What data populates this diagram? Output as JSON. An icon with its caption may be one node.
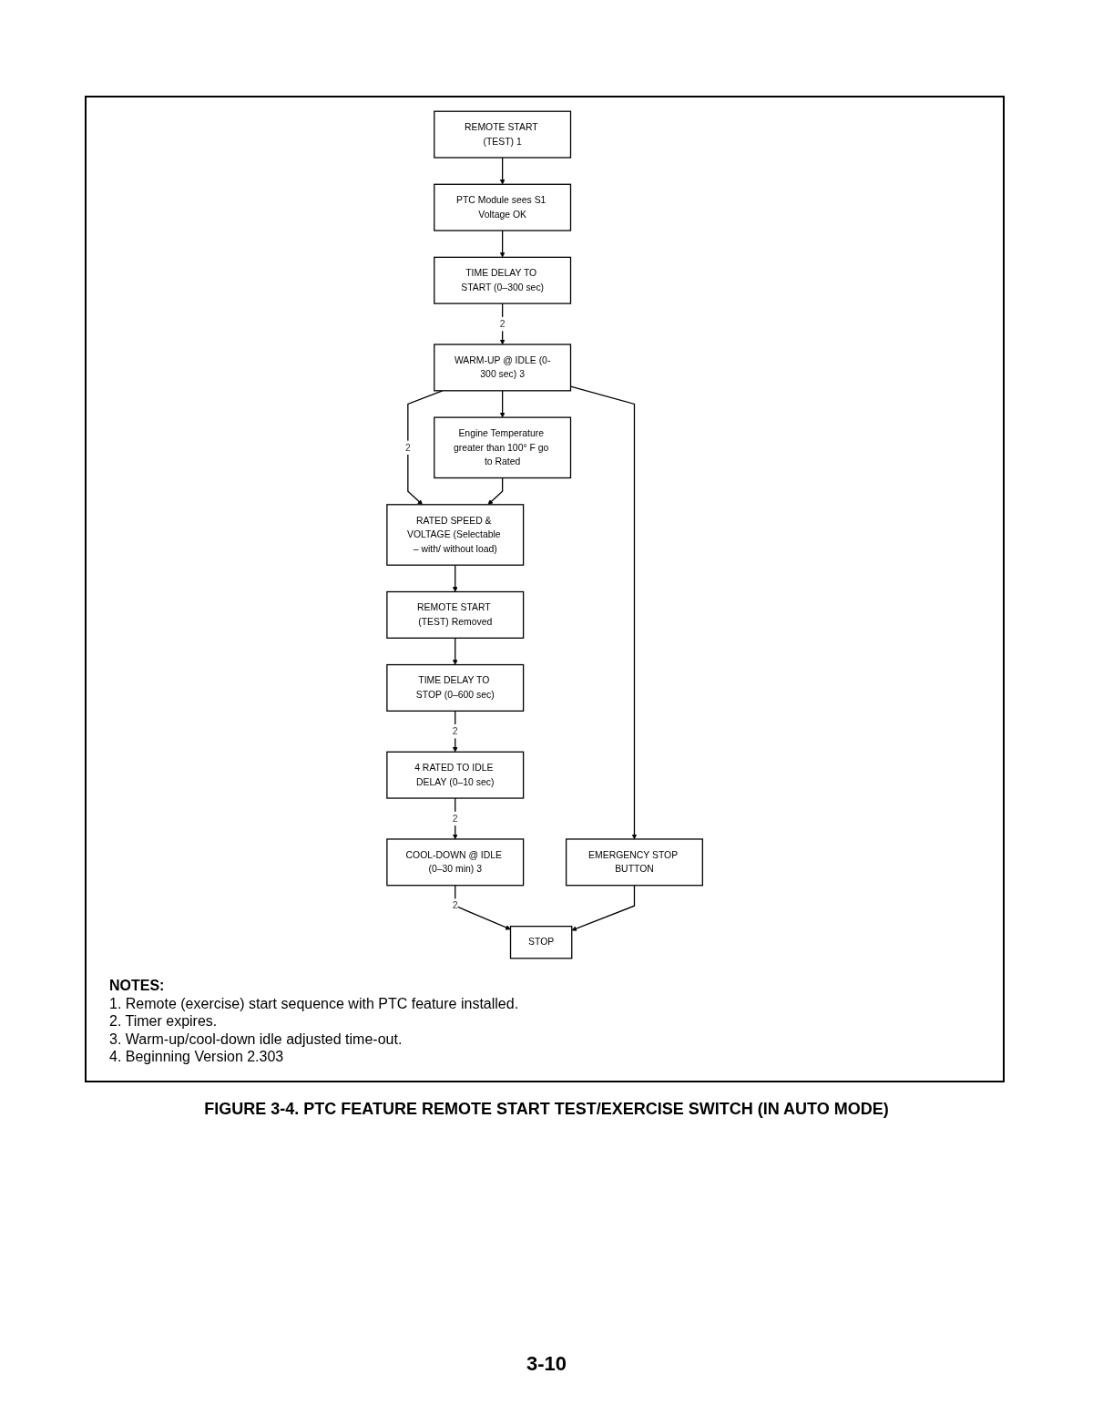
{
  "diagram": {
    "caption": "FIGURE 3-4. PTC FEATURE REMOTE START TEST/EXERCISE SWITCH (IN AUTO MODE)",
    "nodes": [
      {
        "text": [
          "REMOTE START (TEST) 1"
        ]
      },
      {
        "text": [
          "PTC Module sees S1 Voltage OK"
        ]
      },
      {
        "text": [
          "TIME DELAY TO START (0–300 sec)"
        ]
      },
      {
        "text": [
          "WARM-UP @ IDLE (0-300 sec) 3"
        ]
      },
      {
        "text": [
          "EMERGENCY STOP BUTTON"
        ]
      },
      {
        "text": [
          "Engine Temperature greater than 100° F go to Rated"
        ]
      },
      {
        "text": [
          "RATED SPEED & VOLTAGE (Selectable – with/ without load)"
        ]
      },
      {
        "text": [
          "REMOTE START (TEST) Removed"
        ]
      },
      {
        "text": [
          "TIME DELAY TO STOP (0–600 sec)"
        ]
      },
      {
        "text": [
          "4 RATED TO IDLE DELAY (0–10 sec)"
        ]
      },
      {
        "text": [
          "COOL-DOWN @ IDLE (0–30 min) 3"
        ]
      },
      {
        "text": [
          "STOP"
        ]
      }
    ],
    "edges": [
      {
        "from": 0,
        "to": 1,
        "arrow": "to"
      },
      {
        "from": 1,
        "to": 2,
        "arrow": "to"
      },
      {
        "from": 2,
        "to": 3,
        "arrow": "to",
        "label": "2"
      },
      {
        "from": 3,
        "to": 4,
        "arrow": "to"
      },
      {
        "from": 3,
        "to": 6,
        "arrow": "to",
        "label": "2"
      },
      {
        "from": 3,
        "to": 5,
        "arrow": "to"
      },
      {
        "from": 5,
        "to": 6,
        "arrow": "to"
      },
      {
        "from": 6,
        "to": 7,
        "arrow": "to"
      },
      {
        "from": 7,
        "to": 8,
        "arrow": "to"
      },
      {
        "from": 8,
        "to": 9,
        "arrow": "to",
        "label": "2"
      },
      {
        "from": 9,
        "to": 10,
        "arrow": "to",
        "label": "2"
      },
      {
        "from": 10,
        "to": 11,
        "arrow": "to",
        "label": "2"
      },
      {
        "from": 4,
        "to": 11,
        "arrow": "to"
      }
    ],
    "labels": [
      "NOTES:",
      "1. Remote (exercise) start sequence with PTC feature installed.",
      "2. Timer expires.",
      "3. Warm-up/cool-down idle adjusted time-out.",
      "4. Beginning Version 2.303",
      "3-10"
    ]
  }
}
